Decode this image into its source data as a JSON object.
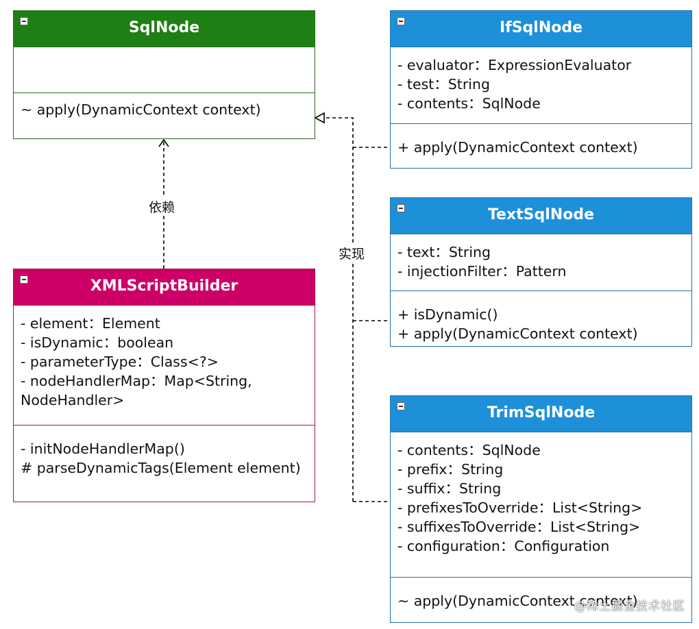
{
  "colors": {
    "sqlnode_header": "#1E7F14",
    "sqlnode_border": "#2D6A1E",
    "blue_header": "#1E90D9",
    "blue_border": "#1F6FB0",
    "builder_header": "#CC0066",
    "builder_border": "#A3124C"
  },
  "classes": {
    "sqlnode": {
      "name": "SqlNode",
      "attributes": [],
      "methods": [
        "~ apply(DynamicContext context)"
      ]
    },
    "ifsqlnode": {
      "name": "IfSqlNode",
      "attributes": [
        "- evaluator：ExpressionEvaluator",
        "- test：String",
        "- contents：SqlNode"
      ],
      "methods": [
        "+ apply(DynamicContext context)"
      ]
    },
    "textsqlnode": {
      "name": "TextSqlNode",
      "attributes": [
        "- text：String",
        "- injectionFilter：Pattern"
      ],
      "methods": [
        "+ isDynamic()",
        "+ apply(DynamicContext context)"
      ]
    },
    "xmlscriptbuilder": {
      "name": "XMLScriptBuilder",
      "attributes": [
        "- element：Element",
        "- isDynamic：boolean",
        "- parameterType：Class<?>",
        "- nodeHandlerMap：Map<String, NodeHandler>"
      ],
      "methods": [
        "- initNodeHandlerMap()",
        "# parseDynamicTags(Element element)"
      ]
    },
    "trimsqlnode": {
      "name": "TrimSqlNode",
      "attributes": [
        "- contents：SqlNode",
        "- prefix：String",
        "- suffix：String",
        "- prefixesToOverride：List<String>",
        "- suffixesToOverride：List<String>",
        "- configuration：Configuration"
      ],
      "methods": [
        "~ apply(DynamicContext context)"
      ]
    }
  },
  "edges": {
    "dependency_label": "依赖",
    "realization_label": "实现"
  },
  "watermark": "@稀土掘金技术社区"
}
